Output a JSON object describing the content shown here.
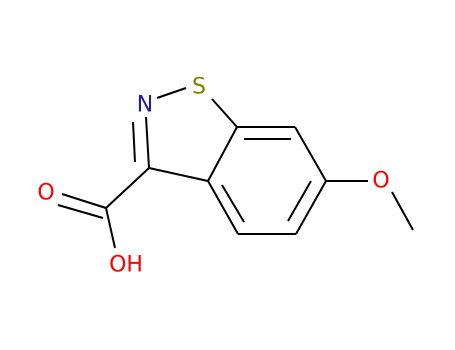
{
  "atoms": {
    "S": {
      "symbol": "S",
      "color": "#808000"
    },
    "N": {
      "symbol": "N",
      "color": "#1d1d9a"
    },
    "O1": {
      "symbol": "O",
      "color": "#ff0000"
    },
    "O2": {
      "symbol": "O",
      "color": "#ff0000"
    },
    "OH": {
      "symbol": "OH",
      "color": "#ff0000"
    }
  },
  "bond_color": "#000000"
}
